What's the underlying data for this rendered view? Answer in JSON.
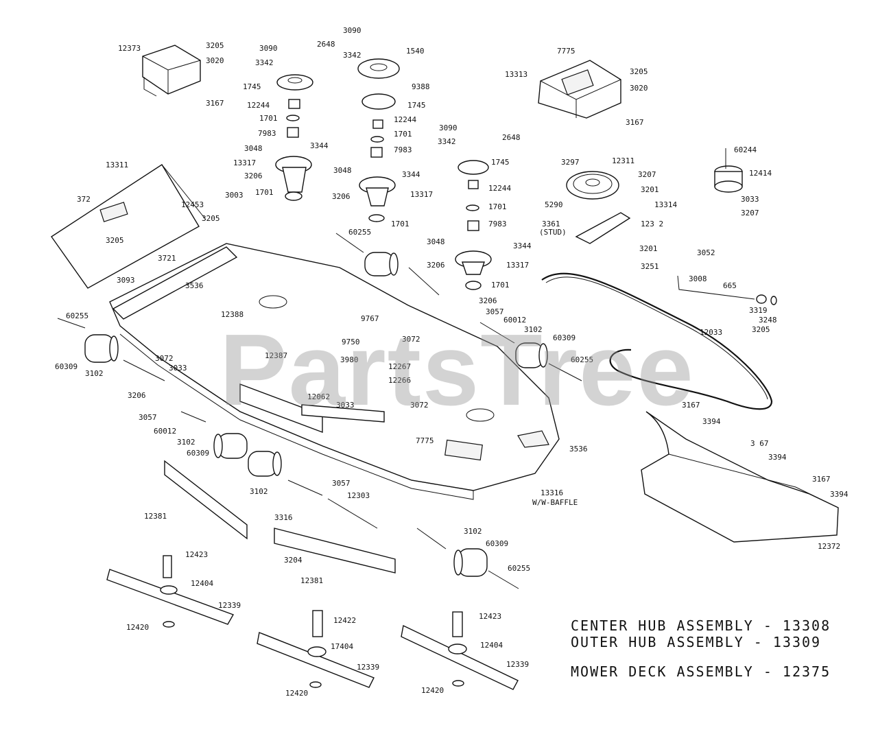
{
  "watermark": "PartsTree",
  "assemblies": {
    "center_hub": "CENTER HUB ASSEMBLY - 13308",
    "outer_hub": "OUTER HUB ASSEMBLY - 13309",
    "mower_deck": "MOWER DECK ASSEMBLY - 12375"
  },
  "callouts": {
    "c12373": "12373",
    "c3205a": "3205",
    "c3020a": "3020",
    "c3167a": "3167",
    "c3090a": "3090",
    "c2648a": "2648",
    "c3342a": "3342",
    "c1745a": "1745",
    "c12244a": "12244",
    "c1701a": "1701",
    "c7983a": "7983",
    "c3048a": "3048",
    "c3344a": "3344",
    "c13317a": "13317",
    "c3206a": "3206",
    "c1701b": "1701",
    "c3090b": "3090",
    "c1540": "1540",
    "c3342b": "3342",
    "c9388": "9388",
    "c1745b": "1745",
    "c12244b": "12244",
    "c1701c": "1701",
    "c7983b": "7983",
    "c3048b": "3048",
    "c3344b": "3344",
    "c3206b": "3206",
    "c13317b": "13317",
    "c1701d": "1701",
    "c7775a": "7775",
    "c13313": "13313",
    "c3205b": "3205",
    "c3020b": "3020",
    "c3167b": "3167",
    "c3090c": "3090",
    "c2648b": "2648",
    "c3342c": "3342",
    "c1745c": "1745",
    "c12244c": "12244",
    "c1701e": "1701",
    "c7983c": "7983",
    "c3048c": "3048",
    "c3344c": "3344",
    "c3206c": "3206",
    "c13317c": "13317",
    "c1701f": "1701",
    "c60244": "60244",
    "c12414": "12414",
    "c3033a": "3033",
    "c3207a": "3207",
    "c3297": "3297",
    "c12311": "12311",
    "c3207b": "3207",
    "c3201a": "3201",
    "c5290": "5290",
    "c13314": "13314",
    "c3361": "3361",
    "c3361stud": "(STUD)",
    "c12312": "123 2",
    "c3201b": "3201",
    "c3251": "3251",
    "c13311": "13311",
    "c372": "372",
    "c12453": "12453",
    "c3003": "3003",
    "c3205c": "3205",
    "c3205d": "3205",
    "c3093": "3093",
    "c3721": "3721",
    "c3536a": "3536",
    "c60255a": "60255",
    "c60255b": "60255",
    "c60309a": "60309",
    "c3102a": "3102",
    "c3072a": "3072",
    "c3033b": "3033",
    "c12388": "12388",
    "c12387": "12387",
    "c9767": "9767",
    "c3072b": "3072",
    "c9750": "9750",
    "c3980": "3980",
    "c12267": "12267",
    "c12266": "12266",
    "c12062": "12062",
    "c3033c": "3033",
    "c3072c": "3072",
    "c3206d": "3206",
    "c3057a": "3057",
    "c60012a": "60012",
    "c3102b": "3102",
    "c60309b": "60309",
    "c60255c": "60255",
    "c3052": "3052",
    "c3008": "3008",
    "c665": "665",
    "c12033": "12033",
    "c3319": "3319",
    "c3248": "3248",
    "c3205e": "3205",
    "c3206e": "3206",
    "c3057b": "3057",
    "c60012b": "60012",
    "c3102c": "3102",
    "c60309c": "60309",
    "c7775b": "7775",
    "c3536b": "3536",
    "c13316": "13316",
    "c13316sub": "W/W-BAFFLE",
    "c3167c": "3167",
    "c3394a": "3394",
    "c3167d": "3 67",
    "c3394b": "3394",
    "c3167e": "3167",
    "c3394c": "3394",
    "c12372": "12372",
    "c3102d": "3102",
    "c3057c": "3057",
    "c12303": "12303",
    "c12381a": "12381",
    "c3316": "3316",
    "c3204": "3204",
    "c12381b": "12381",
    "c3102e": "3102",
    "c60309d": "60309",
    "c60255d": "60255",
    "c12423a": "12423",
    "c12404a": "12404",
    "c12339a": "12339",
    "c12420a": "12420",
    "c12422": "12422",
    "c17404": "17404",
    "c12339b": "12339",
    "c12420b": "12420",
    "c12423b": "12423",
    "c12404b": "12404",
    "c12339c": "12339",
    "c12420c": "12420"
  }
}
